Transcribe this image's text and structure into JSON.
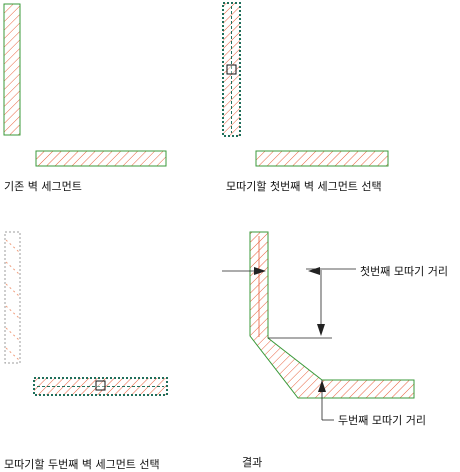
{
  "captions": {
    "existing_segments": "기존 벽 세그먼트",
    "select_first": "모따기할 첫번째 벽 세그먼트 선택",
    "select_second": "모따기할 두번째 벽 세그먼트 선택",
    "result": "결과"
  },
  "annotations": {
    "first_distance": "첫번째 모따기 거리",
    "second_distance": "두번째 모따기 거리"
  },
  "colors": {
    "wall_outline": "#3a9a3a",
    "hatch": "#e8603c",
    "selection": "#1f6e5a",
    "dimension": "#222222"
  }
}
